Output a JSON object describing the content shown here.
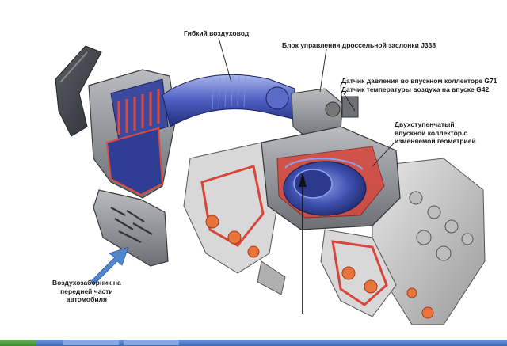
{
  "labels": {
    "flexible_air_duct": "Гибкий воздуховод",
    "throttle_control_unit": "Блок управления дроссельной заслонки J338",
    "pressure_sensor": "Датчик давления во впускном коллекторе G71",
    "temperature_sensor": "Датчик температуры воздуха на впуске G42",
    "intake_manifold": [
      "Двухступенчатый",
      "впускной коллектор с",
      "изменяемой геометрией"
    ],
    "air_intake": [
      "Воздухозаборник на",
      "передней части",
      "автомобиля"
    ]
  },
  "colors": {
    "intake_blue": "#3d4fae",
    "body_grey": "#8a8d92",
    "cutaway_red": "#d9453a",
    "arrow_blue": "#4f86cc",
    "taskbar_blue": "#4a78c6"
  }
}
